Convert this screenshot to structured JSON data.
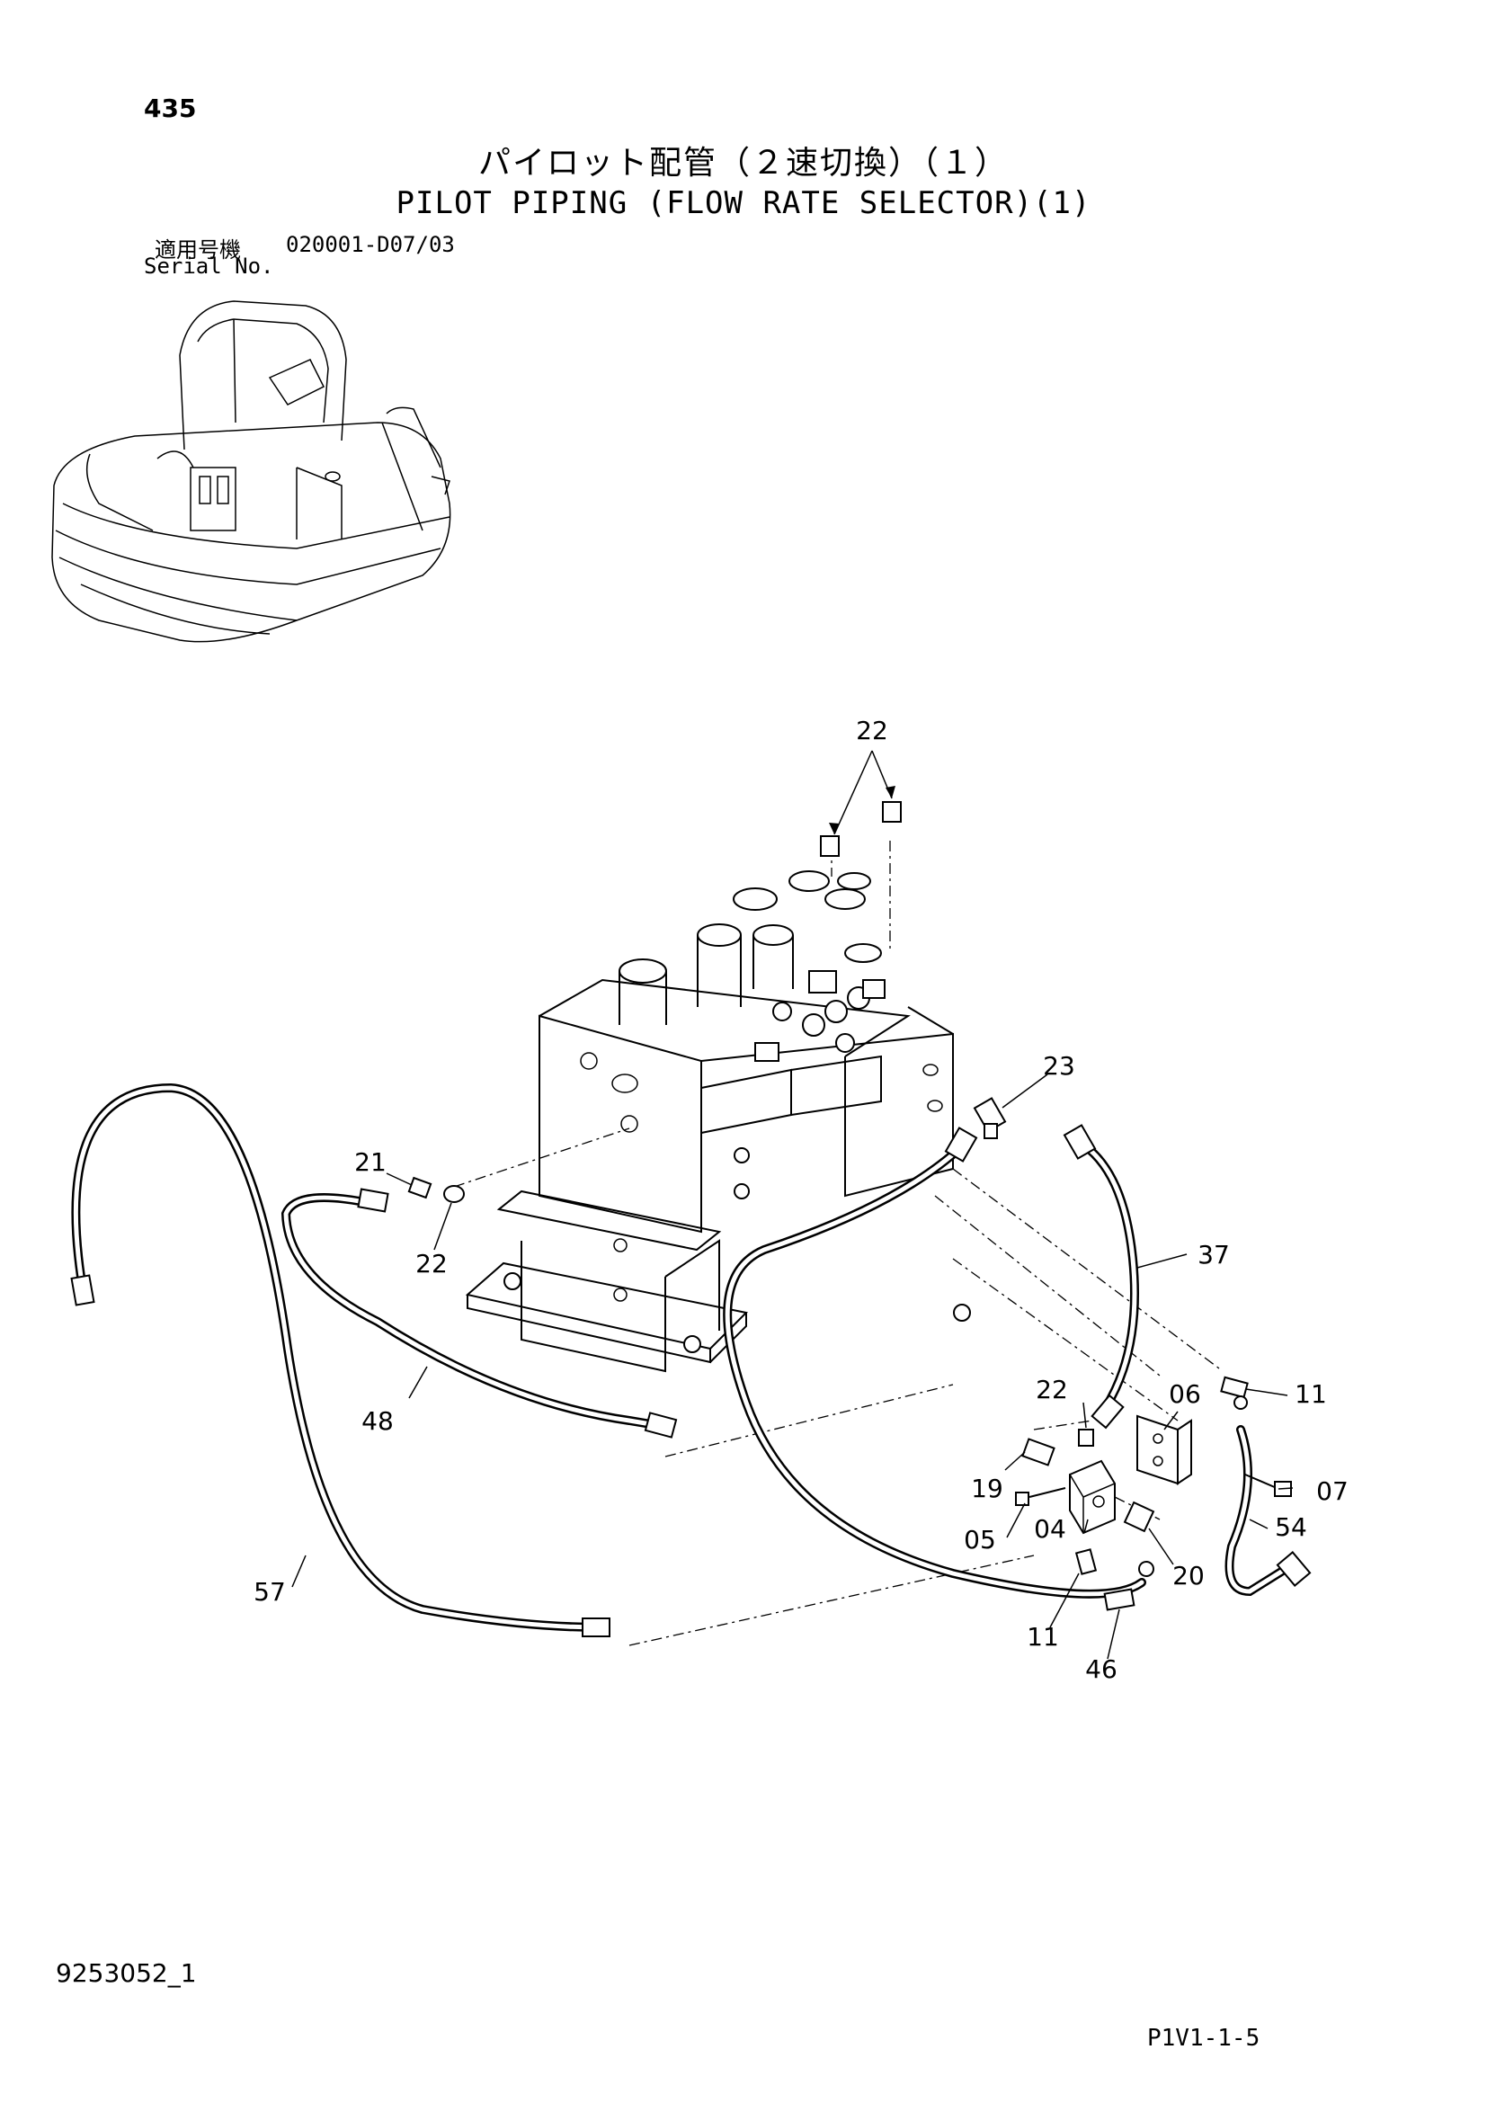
{
  "page_number": "435",
  "title_ja": "パイロット配管（２速切換）（１）",
  "title_en": "PILOT PIPING (FLOW RATE SELECTOR)(1)",
  "serial_label_ja": "適用号機",
  "serial_label_en": "Serial No.",
  "serial_value": "020001-D07/03",
  "drawing_number": "9253052_1",
  "page_code": "P1V1-1-5",
  "callouts": {
    "c22_top": "22",
    "c23": "23",
    "c21": "21",
    "c22_left": "22",
    "c37": "37",
    "c11_right": "11",
    "c22_mid": "22",
    "c06": "06",
    "c48": "48",
    "c19": "19",
    "c07": "07",
    "c05": "05",
    "c04": "04",
    "c54": "54",
    "c20": "20",
    "c57": "57",
    "c11_bottom": "11",
    "c46": "46"
  }
}
